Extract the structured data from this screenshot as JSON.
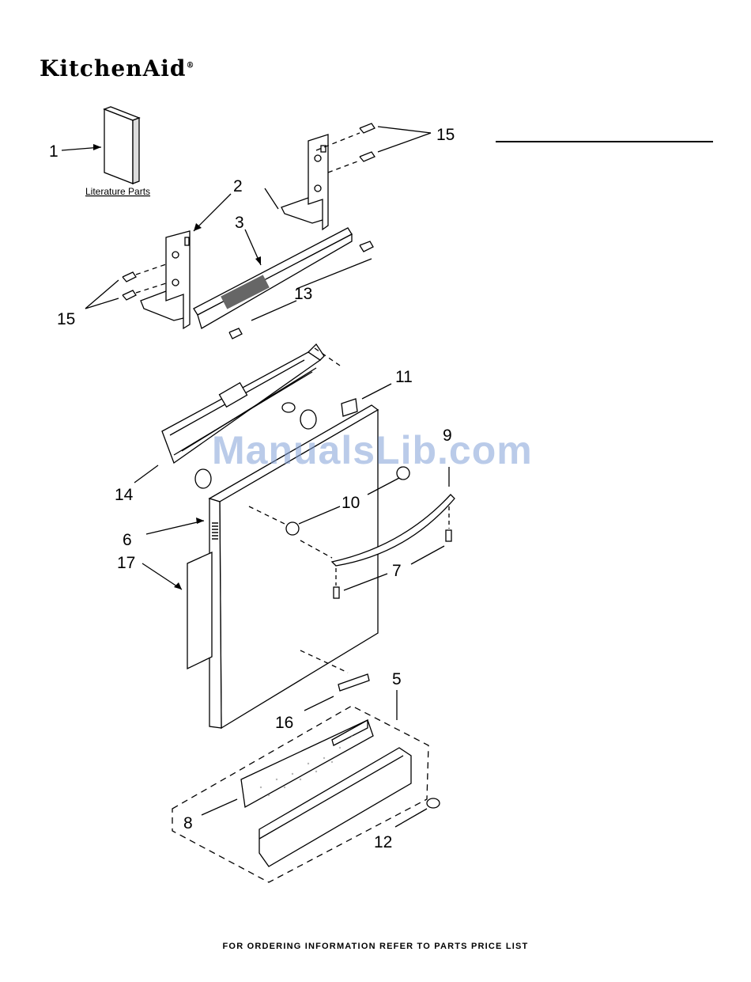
{
  "brand": {
    "name": "KitchenAid",
    "mark": "®"
  },
  "literature_label": "Literature Parts",
  "watermark": "ManualsLib.com",
  "footer": "FOR ORDERING INFORMATION REFER TO PARTS PRICE LIST",
  "callouts": {
    "c1": "1",
    "c2": "2",
    "c3": "3",
    "c5": "5",
    "c6": "6",
    "c7": "7",
    "c8": "8",
    "c9": "9",
    "c10": "10",
    "c11": "11",
    "c12": "12",
    "c13": "13",
    "c14": "14",
    "c15a": "15",
    "c15b": "15",
    "c16": "16",
    "c17": "17"
  }
}
